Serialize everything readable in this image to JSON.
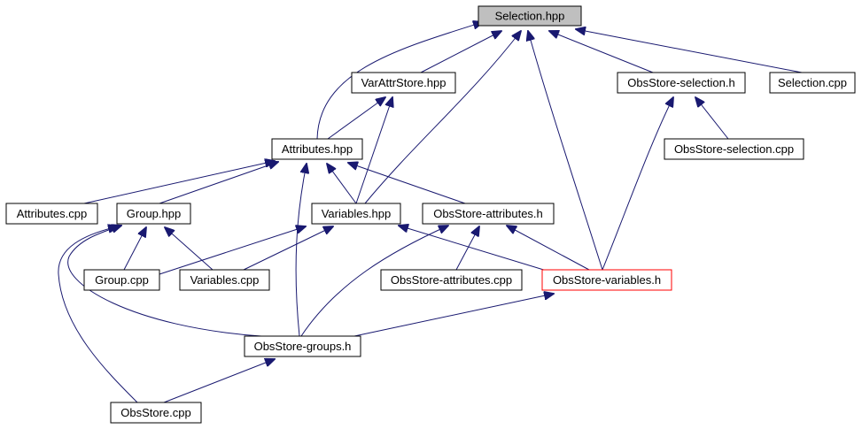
{
  "diagram": {
    "type": "include-dependency-graph",
    "colors": {
      "edge": "#191970",
      "root_fill": "#bfbfbf",
      "highlight_border": "#ff0000"
    },
    "nodes": [
      {
        "id": "selection_hpp",
        "label": "Selection.hpp",
        "style": "root"
      },
      {
        "id": "varattrstore_hpp",
        "label": "VarAttrStore.hpp"
      },
      {
        "id": "obsstore_selection_h",
        "label": "ObsStore-selection.h"
      },
      {
        "id": "selection_cpp",
        "label": "Selection.cpp"
      },
      {
        "id": "attributes_hpp",
        "label": "Attributes.hpp"
      },
      {
        "id": "obsstore_selection_cpp",
        "label": "ObsStore-selection.cpp"
      },
      {
        "id": "attributes_cpp",
        "label": "Attributes.cpp"
      },
      {
        "id": "group_hpp",
        "label": "Group.hpp"
      },
      {
        "id": "variables_hpp",
        "label": "Variables.hpp"
      },
      {
        "id": "obsstore_attributes_h",
        "label": "ObsStore-attributes.h"
      },
      {
        "id": "group_cpp",
        "label": "Group.cpp"
      },
      {
        "id": "variables_cpp",
        "label": "Variables.cpp"
      },
      {
        "id": "obsstore_attributes_cpp",
        "label": "ObsStore-attributes.cpp"
      },
      {
        "id": "obsstore_variables_h",
        "label": "ObsStore-variables.h",
        "style": "highlight"
      },
      {
        "id": "obsstore_groups_h",
        "label": "ObsStore-groups.h"
      },
      {
        "id": "obsstore_cpp",
        "label": "ObsStore.cpp"
      }
    ],
    "edges": [
      {
        "from": "varattrstore_hpp",
        "to": "selection_hpp"
      },
      {
        "from": "obsstore_selection_h",
        "to": "selection_hpp"
      },
      {
        "from": "selection_cpp",
        "to": "selection_hpp"
      },
      {
        "from": "attributes_hpp",
        "to": "selection_hpp"
      },
      {
        "from": "variables_hpp",
        "to": "selection_hpp"
      },
      {
        "from": "obsstore_variables_h",
        "to": "selection_hpp"
      },
      {
        "from": "attributes_hpp",
        "to": "varattrstore_hpp"
      },
      {
        "from": "variables_hpp",
        "to": "varattrstore_hpp"
      },
      {
        "from": "obsstore_selection_cpp",
        "to": "obsstore_selection_h"
      },
      {
        "from": "obsstore_variables_h",
        "to": "obsstore_selection_h"
      },
      {
        "from": "attributes_cpp",
        "to": "attributes_hpp"
      },
      {
        "from": "group_hpp",
        "to": "attributes_hpp"
      },
      {
        "from": "variables_hpp",
        "to": "attributes_hpp"
      },
      {
        "from": "obsstore_attributes_h",
        "to": "attributes_hpp"
      },
      {
        "from": "obsstore_groups_h",
        "to": "attributes_hpp"
      },
      {
        "from": "group_cpp",
        "to": "group_hpp"
      },
      {
        "from": "variables_cpp",
        "to": "group_hpp"
      },
      {
        "from": "obsstore_groups_h",
        "to": "group_hpp"
      },
      {
        "from": "obsstore_cpp",
        "to": "group_hpp"
      },
      {
        "from": "group_cpp",
        "to": "variables_hpp"
      },
      {
        "from": "variables_cpp",
        "to": "variables_hpp"
      },
      {
        "from": "obsstore_variables_h",
        "to": "variables_hpp"
      },
      {
        "from": "obsstore_attributes_cpp",
        "to": "obsstore_attributes_h"
      },
      {
        "from": "obsstore_variables_h",
        "to": "obsstore_attributes_h"
      },
      {
        "from": "obsstore_groups_h",
        "to": "obsstore_attributes_h"
      },
      {
        "from": "obsstore_groups_h",
        "to": "obsstore_variables_h"
      },
      {
        "from": "obsstore_cpp",
        "to": "obsstore_groups_h"
      }
    ]
  }
}
